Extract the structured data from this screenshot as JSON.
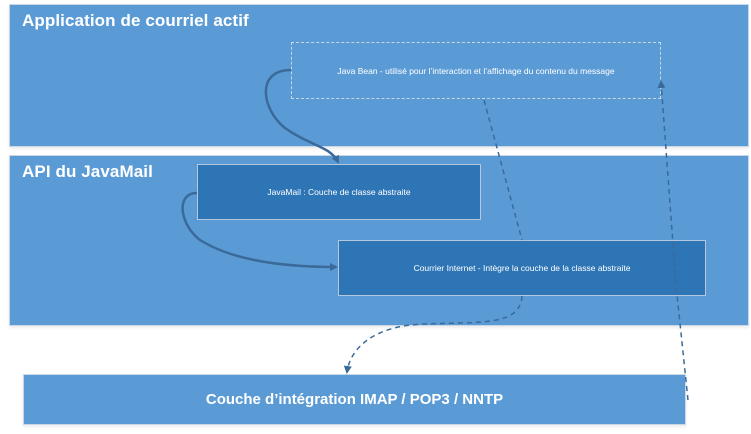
{
  "colors": {
    "layer_bg": "#5b9bd5",
    "box_bg": "#2e75b6",
    "connector": "#3a6a99",
    "text": "#ffffff"
  },
  "layers": {
    "application": {
      "title": "Application de courriel actif"
    },
    "api": {
      "title": "API du JavaMail"
    },
    "protocol": {
      "title": "Couche d’intégration IMAP / POP3 / NNTP"
    }
  },
  "boxes": {
    "javabean": {
      "label": "Java Bean - utilisé pour l’interaction et l’affichage du contenu du message",
      "style": "dashed"
    },
    "javamail": {
      "label": "JavaMail : Couche de classe abstraite",
      "style": "solid"
    },
    "internet": {
      "label": "Courrier Internet - Intègre la couche de la classe abstraite",
      "style": "solid"
    }
  },
  "connectors": [
    {
      "from": "javabean",
      "to": "javamail",
      "style": "solid"
    },
    {
      "from": "javamail",
      "to": "internet",
      "style": "solid"
    },
    {
      "from": "javabean",
      "to": "internet",
      "style": "dashed"
    },
    {
      "from": "internet",
      "to": "protocol",
      "style": "dashed"
    },
    {
      "from": "protocol",
      "to": "javabean",
      "style": "dashed"
    }
  ]
}
